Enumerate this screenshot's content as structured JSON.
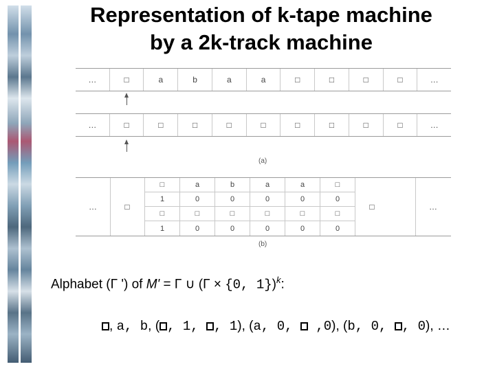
{
  "title": {
    "line1": "Representation of  k-tape machine",
    "line2": "by a 2k-track machine"
  },
  "tape1": [
    "…",
    "□",
    "a",
    "b",
    "a",
    "a",
    "□",
    "□",
    "□",
    "□",
    "…"
  ],
  "tape2": [
    "…",
    "□",
    "□",
    "□",
    "□",
    "□",
    "□",
    "□",
    "□",
    "□",
    "…"
  ],
  "caption_a": "(a)",
  "grid": {
    "left_dots": "…",
    "left_box": "□",
    "rows": [
      [
        "□",
        "a",
        "b",
        "a",
        "a",
        "□"
      ],
      [
        "1",
        "0",
        "0",
        "0",
        "0",
        "0"
      ],
      [
        "□",
        "□",
        "□",
        "□",
        "□",
        "□"
      ],
      [
        "1",
        "0",
        "0",
        "0",
        "0",
        "0"
      ]
    ],
    "right_box": "□",
    "right_dots": "…"
  },
  "caption_b": "(b)",
  "alphabet": {
    "prefix": "Alphabet (Γ ') of ",
    "machine": "M'",
    "eq": " = Γ ∪ (Γ × ",
    "set": "{0, 1}",
    "close": ")",
    "exp": "k",
    "colon": ":"
  },
  "symbols": {
    "s1": ", ",
    "s2": "a, b",
    "s3": ", (",
    "s4": ", 1, ",
    "s5": ", 1",
    "s6": "), (",
    "s7": "a, 0, ",
    "s8": " ,0",
    "s9": "), (",
    "s10": "b, 0, ",
    "s11": ", 0",
    "s12": "), …"
  }
}
